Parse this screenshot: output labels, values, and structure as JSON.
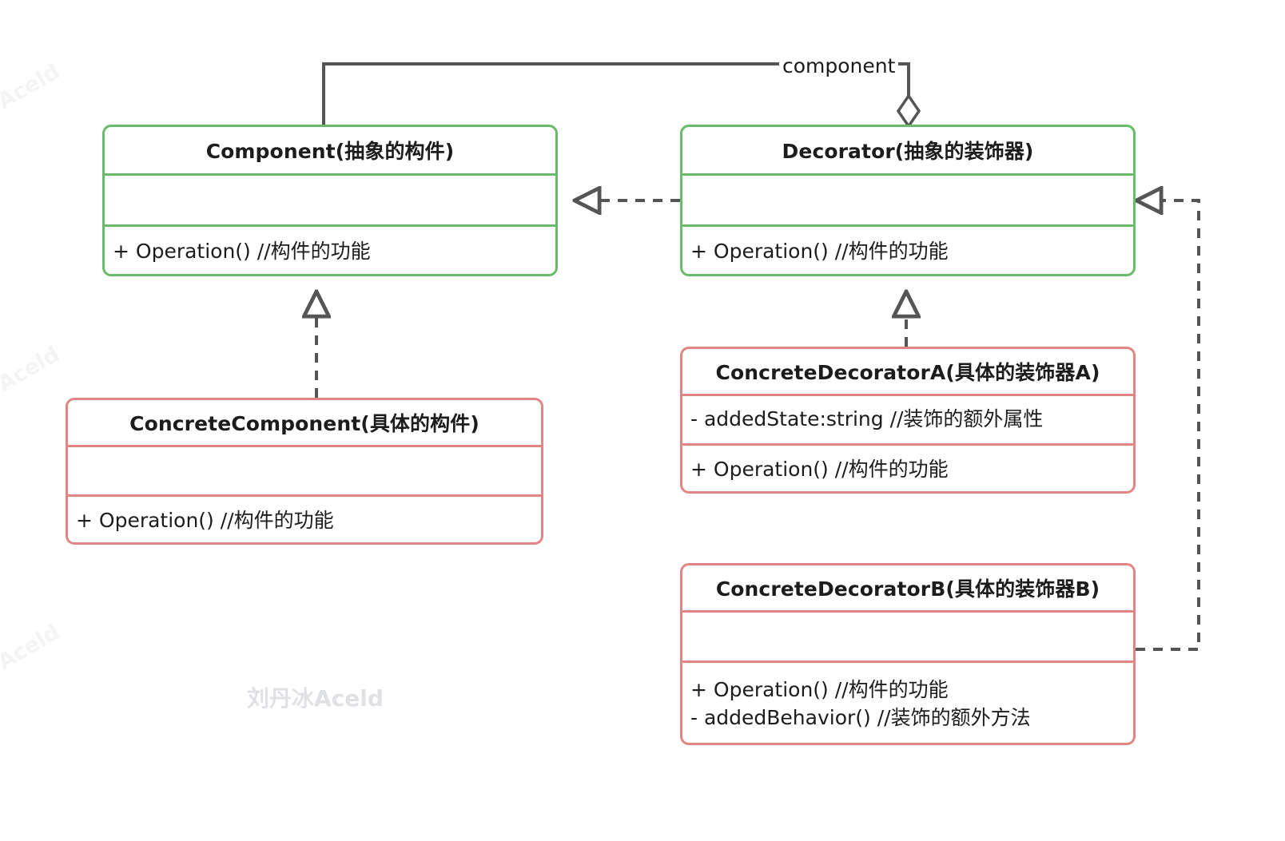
{
  "diagram": {
    "title": "Decorator Pattern Class Diagram",
    "colors": {
      "abstract_border": "#67bb6a",
      "concrete_border": "#e28585",
      "edge": "#555555",
      "text": "#1c1c1c",
      "background": "#ffffff",
      "watermark": "#dfe1e5"
    },
    "classes": [
      {
        "id": "component",
        "name": "Component(抽象的构件)",
        "stereotype": "abstract",
        "color": "#67bb6a",
        "attributes": [],
        "methods": [
          "+ Operation() //构件的功能"
        ]
      },
      {
        "id": "decorator",
        "name": "Decorator(抽象的装饰器)",
        "stereotype": "abstract",
        "color": "#67bb6a",
        "attributes": [],
        "methods": [
          "+ Operation() //构件的功能"
        ]
      },
      {
        "id": "concrete-component",
        "name": "ConcreteComponent(具体的构件)",
        "stereotype": "concrete",
        "color": "#e28585",
        "attributes": [],
        "methods": [
          "+ Operation() //构件的功能"
        ]
      },
      {
        "id": "concrete-decorator-a",
        "name": "ConcreteDecoratorA(具体的装饰器A)",
        "stereotype": "concrete",
        "color": "#e28585",
        "attributes": [
          "- addedState:string //装饰的额外属性"
        ],
        "methods": [
          "+ Operation() //构件的功能"
        ]
      },
      {
        "id": "concrete-decorator-b",
        "name": "ConcreteDecoratorB(具体的装饰器B)",
        "stereotype": "concrete",
        "color": "#e28585",
        "attributes": [],
        "methods": [
          "+ Operation() //构件的功能",
          "- addedBehavior() //装饰的额外方法"
        ]
      }
    ],
    "relationships": [
      {
        "id": "aggregation-decorator-component",
        "type": "aggregation",
        "from": "decorator",
        "to": "component",
        "label": "component",
        "line": "solid",
        "end_marker": "hollow-diamond"
      },
      {
        "id": "realization-decorator-component",
        "type": "realization",
        "from": "decorator",
        "to": "component",
        "label": "",
        "line": "dashed",
        "end_marker": "hollow-triangle"
      },
      {
        "id": "realization-concretecomponent-component",
        "type": "realization",
        "from": "concrete-component",
        "to": "component",
        "label": "",
        "line": "dashed",
        "end_marker": "hollow-triangle"
      },
      {
        "id": "realization-concretedecoratora-decorator",
        "type": "realization",
        "from": "concrete-decorator-a",
        "to": "decorator",
        "label": "",
        "line": "dashed",
        "end_marker": "hollow-triangle"
      },
      {
        "id": "realization-concretedecoratorb-decorator",
        "type": "realization",
        "from": "concrete-decorator-b",
        "to": "decorator",
        "label": "",
        "line": "dashed",
        "end_marker": "hollow-triangle"
      }
    ],
    "labels": {
      "component_role": "component"
    },
    "watermarks": {
      "center": "刘丹冰Aceld",
      "corner": "Aceld"
    }
  }
}
